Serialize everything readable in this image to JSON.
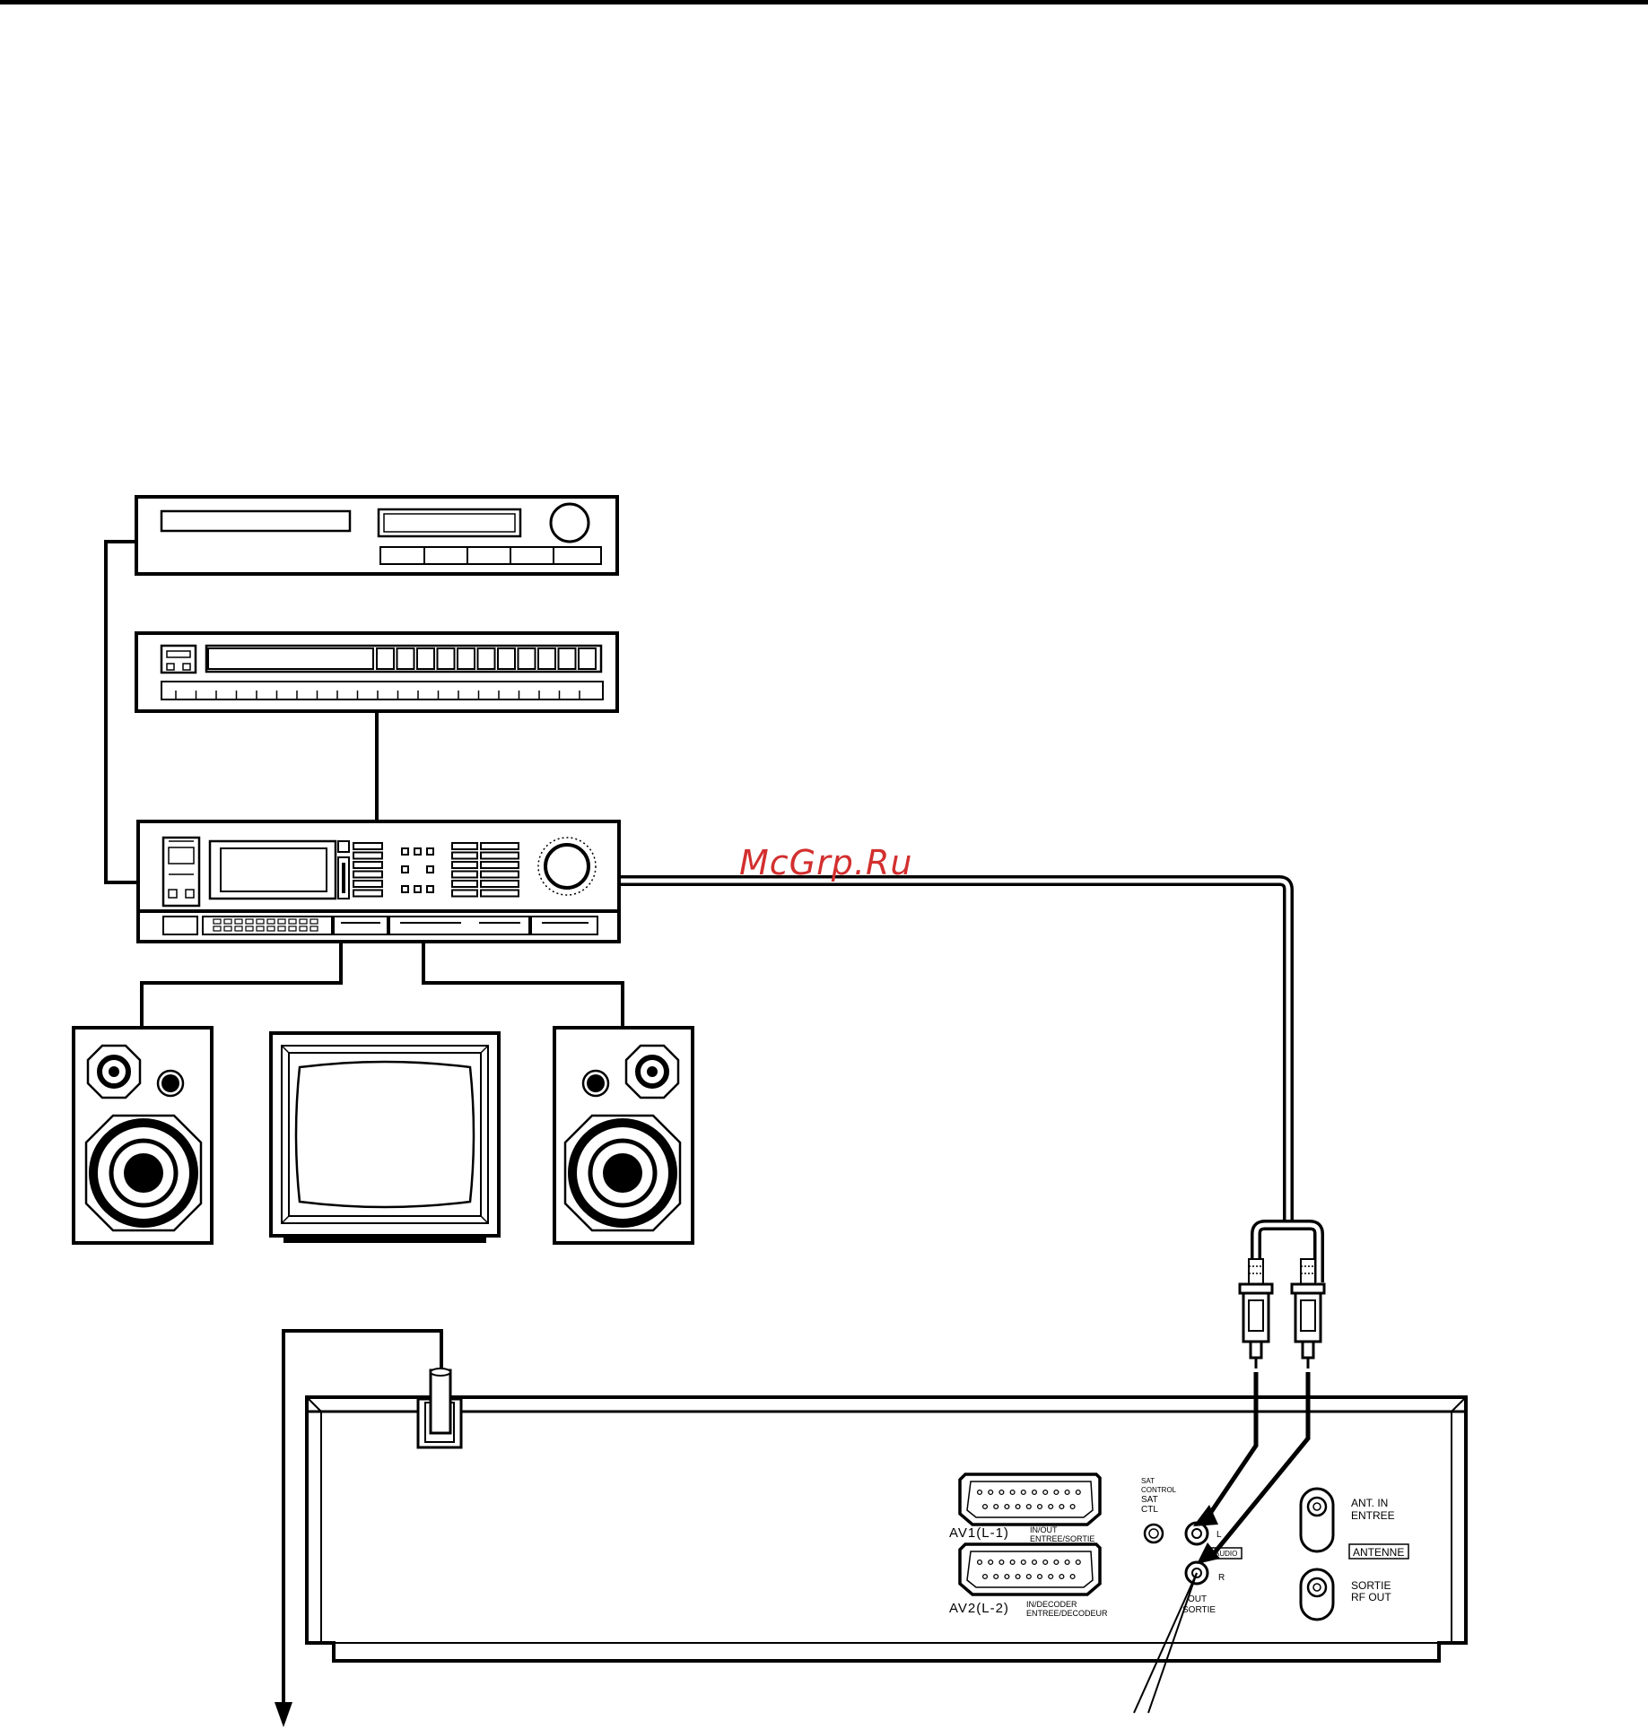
{
  "watermark": {
    "text": "McGrp.Ru",
    "color": "#d32f2f"
  },
  "connectors": {
    "av1": {
      "label": "AV1(L-1)",
      "line1": "IN/OUT",
      "line2": "ENTREE/SORTIE"
    },
    "av2": {
      "label": "AV2(L-2)",
      "line1": "IN/DECODER",
      "line2": "ENTREE/DECODEUR"
    },
    "sat": {
      "line1": "SAT",
      "line2": "CONTROL",
      "line3": "SAT",
      "line4": "CTL"
    },
    "audio": {
      "left": "L",
      "right": "R",
      "tag": "AUDIO",
      "out1": "OUT",
      "out2": "SORTIE"
    },
    "antenna": {
      "in1": "ANT. IN",
      "in2": "ENTREE",
      "box": "ANTENNE",
      "out1": "SORTIE",
      "out2": "RF OUT"
    }
  },
  "colors": {
    "line": "#000000",
    "background": "#ffffff"
  }
}
